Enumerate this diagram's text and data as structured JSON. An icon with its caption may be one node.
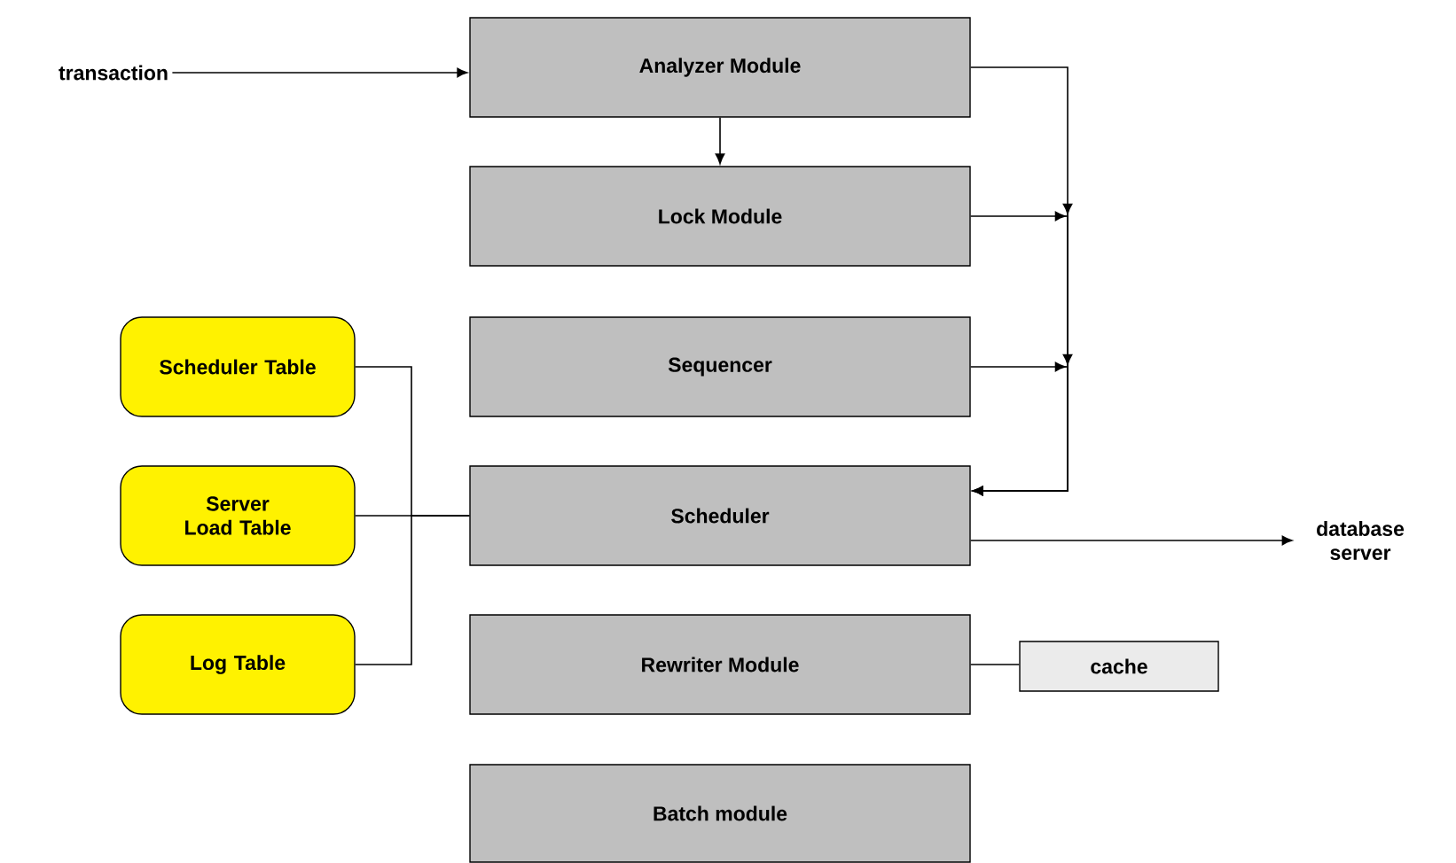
{
  "diagram": {
    "nodes": [
      {
        "text": [
          "transaction"
        ]
      },
      {
        "text": [
          "Analyzer Module"
        ]
      },
      {
        "text": [
          "Lock Module"
        ]
      },
      {
        "text": [
          "Sequencer"
        ]
      },
      {
        "text": [
          "Scheduler"
        ]
      },
      {
        "text": [
          "Rewriter Module"
        ]
      },
      {
        "text": [
          "Batch module"
        ]
      },
      {
        "text": [
          "Scheduler Table"
        ]
      },
      {
        "text": [
          "Server Load Table"
        ]
      },
      {
        "text": [
          "Log Table"
        ]
      },
      {
        "text": [
          "database server"
        ]
      },
      {
        "text": [
          "cache"
        ]
      }
    ],
    "edges": [
      {
        "from": 0,
        "to": 1,
        "arrow": "to"
      },
      {
        "from": 1,
        "to": 2,
        "arrow": "to"
      },
      {
        "from": 1,
        "to": 4,
        "arrow": "to"
      },
      {
        "from": 2,
        "to": 4,
        "arrow": "to"
      },
      {
        "from": 3,
        "to": 4,
        "arrow": "to"
      },
      {
        "from": 4,
        "to": 10,
        "arrow": "to"
      },
      {
        "from": 7,
        "to": 4,
        "arrow": "none"
      },
      {
        "from": 8,
        "to": 4,
        "arrow": "none"
      },
      {
        "from": 9,
        "to": 4,
        "arrow": "none"
      },
      {
        "from": 5,
        "to": 11,
        "arrow": "none"
      }
    ]
  }
}
